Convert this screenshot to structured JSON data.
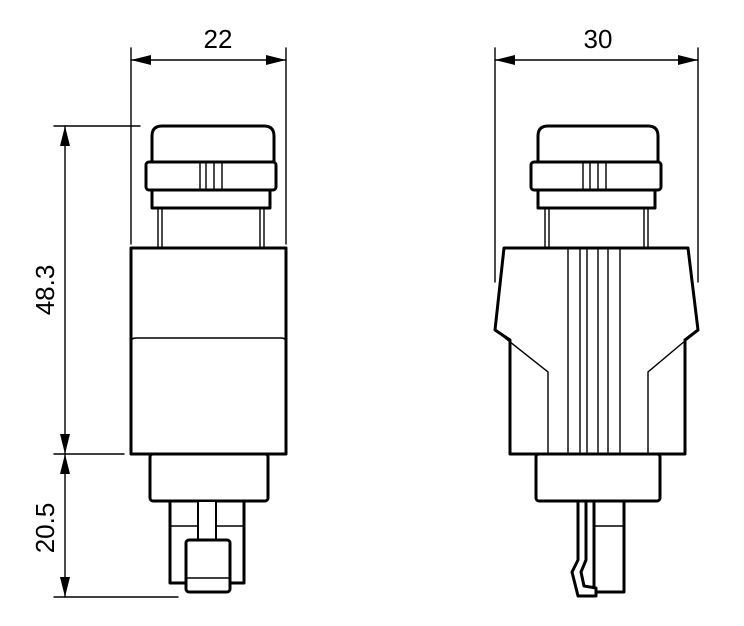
{
  "dimensions": {
    "side_width": "22",
    "front_width": "30",
    "body_height": "48.3",
    "plug_height": "20.5"
  }
}
